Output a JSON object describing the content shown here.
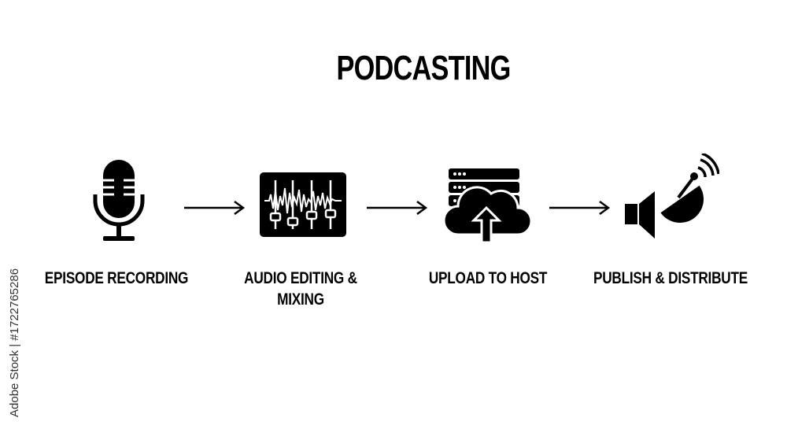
{
  "diagram": {
    "title": "PODCASTING",
    "steps": [
      {
        "label": "EPISODE RECORDING",
        "icon": "microphone-icon"
      },
      {
        "label": "AUDIO EDITING & MIXING",
        "icon": "audio-mixer-icon"
      },
      {
        "label": "UPLOAD TO HOST",
        "icon": "cloud-upload-server-icon"
      },
      {
        "label": "PUBLISH & DISTRIBUTE",
        "icon": "speaker-satellite-icon"
      }
    ]
  },
  "watermark": {
    "text": "Adobe Stock | #1722765286"
  },
  "colors": {
    "ink": "#000000",
    "background": "#ffffff"
  }
}
